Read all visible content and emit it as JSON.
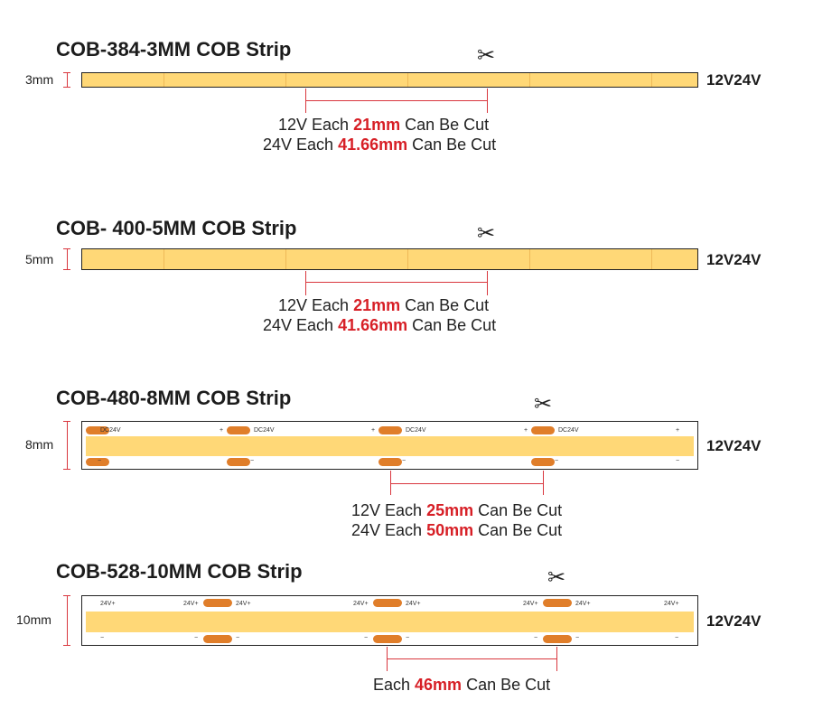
{
  "strips": [
    {
      "title": "COB-384-3MM COB Strip",
      "width_label": "3mm",
      "voltage": "12V24V",
      "cut_lines": [
        {
          "prefix": "12V Each ",
          "value": "21mm",
          "suffix": " Can Be Cut"
        },
        {
          "prefix": "24V Each ",
          "value": "41.66mm",
          "suffix": " Can Be Cut"
        }
      ]
    },
    {
      "title": "COB- 400-5MM COB Strip",
      "width_label": "5mm",
      "voltage": "12V24V",
      "cut_lines": [
        {
          "prefix": "12V Each ",
          "value": "21mm",
          "suffix": " Can Be Cut"
        },
        {
          "prefix": "24V Each ",
          "value": "41.66mm",
          "suffix": " Can Be Cut"
        }
      ]
    },
    {
      "title": "COB-480-8MM COB Strip",
      "width_label": "8mm",
      "voltage": "12V24V",
      "pad_label": "DC24V",
      "plus": "+",
      "minus": "−",
      "cut_lines": [
        {
          "prefix": "12V Each ",
          "value": "25mm",
          "suffix": " Can Be Cut"
        },
        {
          "prefix": "24V Each ",
          "value": "50mm",
          "suffix": " Can Be Cut"
        }
      ]
    },
    {
      "title": "COB-528-10MM COB Strip",
      "width_label": "10mm",
      "voltage": "12V24V",
      "pad_label": "24V+",
      "minus": "−",
      "cut_lines": [
        {
          "prefix": "Each ",
          "value": "46mm",
          "suffix": " Can Be Cut"
        }
      ]
    }
  ],
  "colors": {
    "highlight": "#d71f26",
    "strip": "#ffd877",
    "pad": "#e07e2a",
    "dimension": "#d9373e"
  },
  "icons": {
    "cut": "scissors-icon"
  }
}
